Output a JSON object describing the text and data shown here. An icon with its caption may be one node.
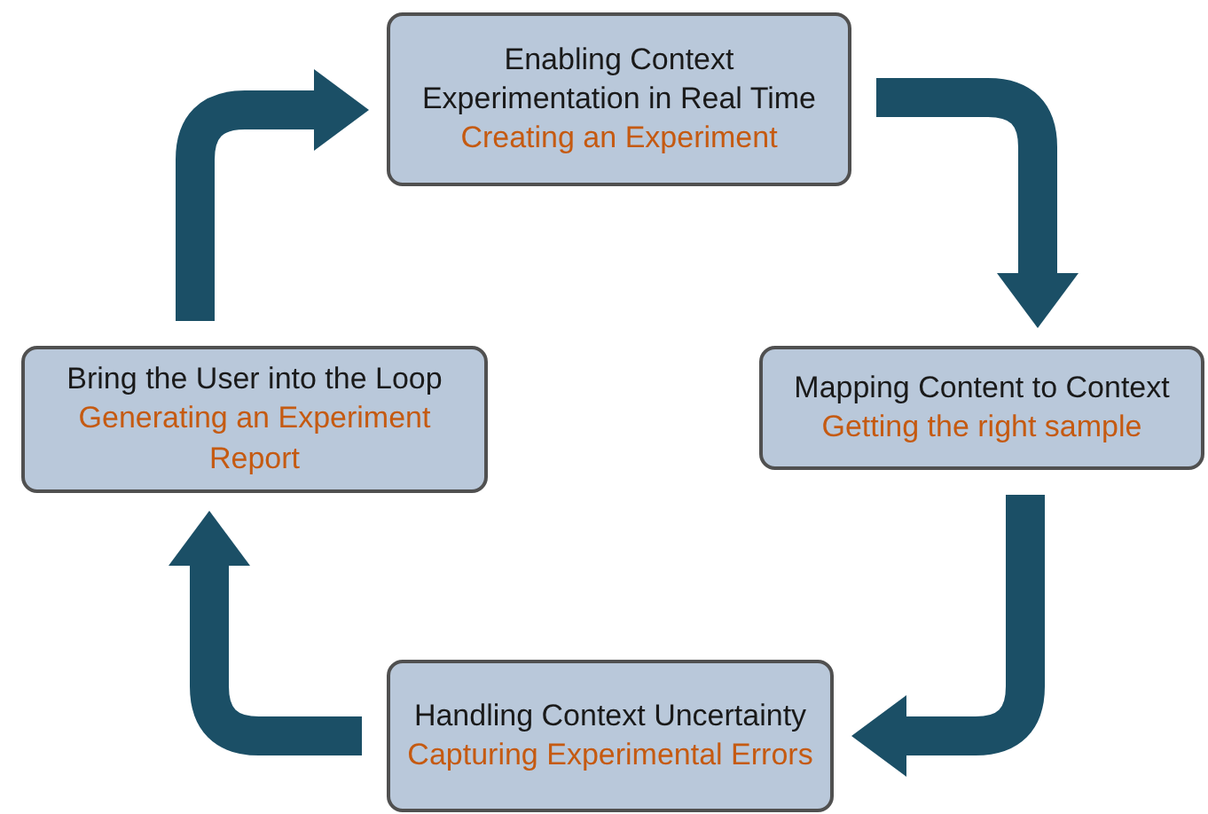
{
  "diagram": {
    "nodes": [
      {
        "text": [
          "Enabling Context Experimentation in Real Time",
          "Creating an Experiment"
        ]
      },
      {
        "text": [
          "Mapping Content to Context",
          "Getting the right sample"
        ]
      },
      {
        "text": [
          "Handling Context Uncertainty",
          "Capturing Experimental Errors"
        ]
      },
      {
        "text": [
          "Bring the User into the Loop",
          "Generating an Experiment Report"
        ]
      }
    ],
    "edges": [
      {
        "from": 0,
        "to": 1,
        "arrow": "to"
      },
      {
        "from": 1,
        "to": 2,
        "arrow": "to"
      },
      {
        "from": 2,
        "to": 3,
        "arrow": "to"
      },
      {
        "from": 3,
        "to": 0,
        "arrow": "to"
      }
    ]
  }
}
